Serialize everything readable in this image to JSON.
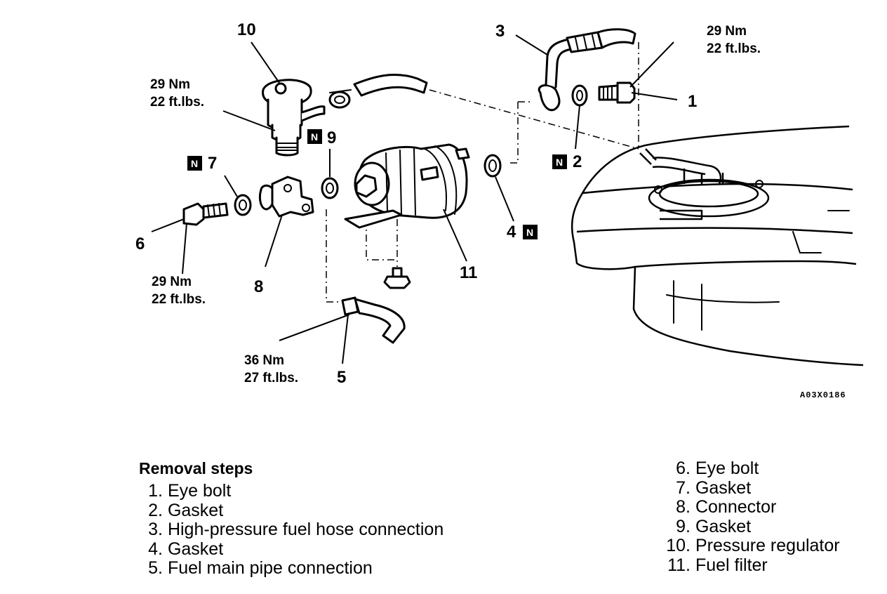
{
  "diagram": {
    "labels": {
      "p1": "1",
      "p2": "2",
      "p3": "3",
      "p4": "4",
      "p5": "5",
      "p6": "6",
      "p7": "7",
      "p8": "8",
      "p9": "9",
      "p10": "10",
      "p11": "11"
    },
    "new_part_marker": "N",
    "torques": {
      "t1_nm": "29 Nm",
      "t1_ft": "22 ft.lbs.",
      "t10_nm": "29 Nm",
      "t10_ft": "22 ft.lbs.",
      "t6_nm": "29 Nm",
      "t6_ft": "22 ft.lbs.",
      "t5_nm": "36 Nm",
      "t5_ft": "27 ft.lbs."
    },
    "figure_code": "A03X0186"
  },
  "legend": {
    "title": "Removal steps",
    "left": [
      {
        "num": "1.",
        "text": "Eye bolt"
      },
      {
        "num": "2.",
        "text": "Gasket"
      },
      {
        "num": "3.",
        "text": "High-pressure fuel hose connection"
      },
      {
        "num": "4.",
        "text": "Gasket"
      },
      {
        "num": "5.",
        "text": "Fuel main pipe connection"
      }
    ],
    "right": [
      {
        "num": "6.",
        "text": "Eye bolt"
      },
      {
        "num": "7.",
        "text": "Gasket"
      },
      {
        "num": "8.",
        "text": "Connector"
      },
      {
        "num": "9.",
        "text": "Gasket"
      },
      {
        "num": "10.",
        "text": "Pressure regulator"
      },
      {
        "num": "11.",
        "text": "Fuel filter"
      }
    ]
  }
}
